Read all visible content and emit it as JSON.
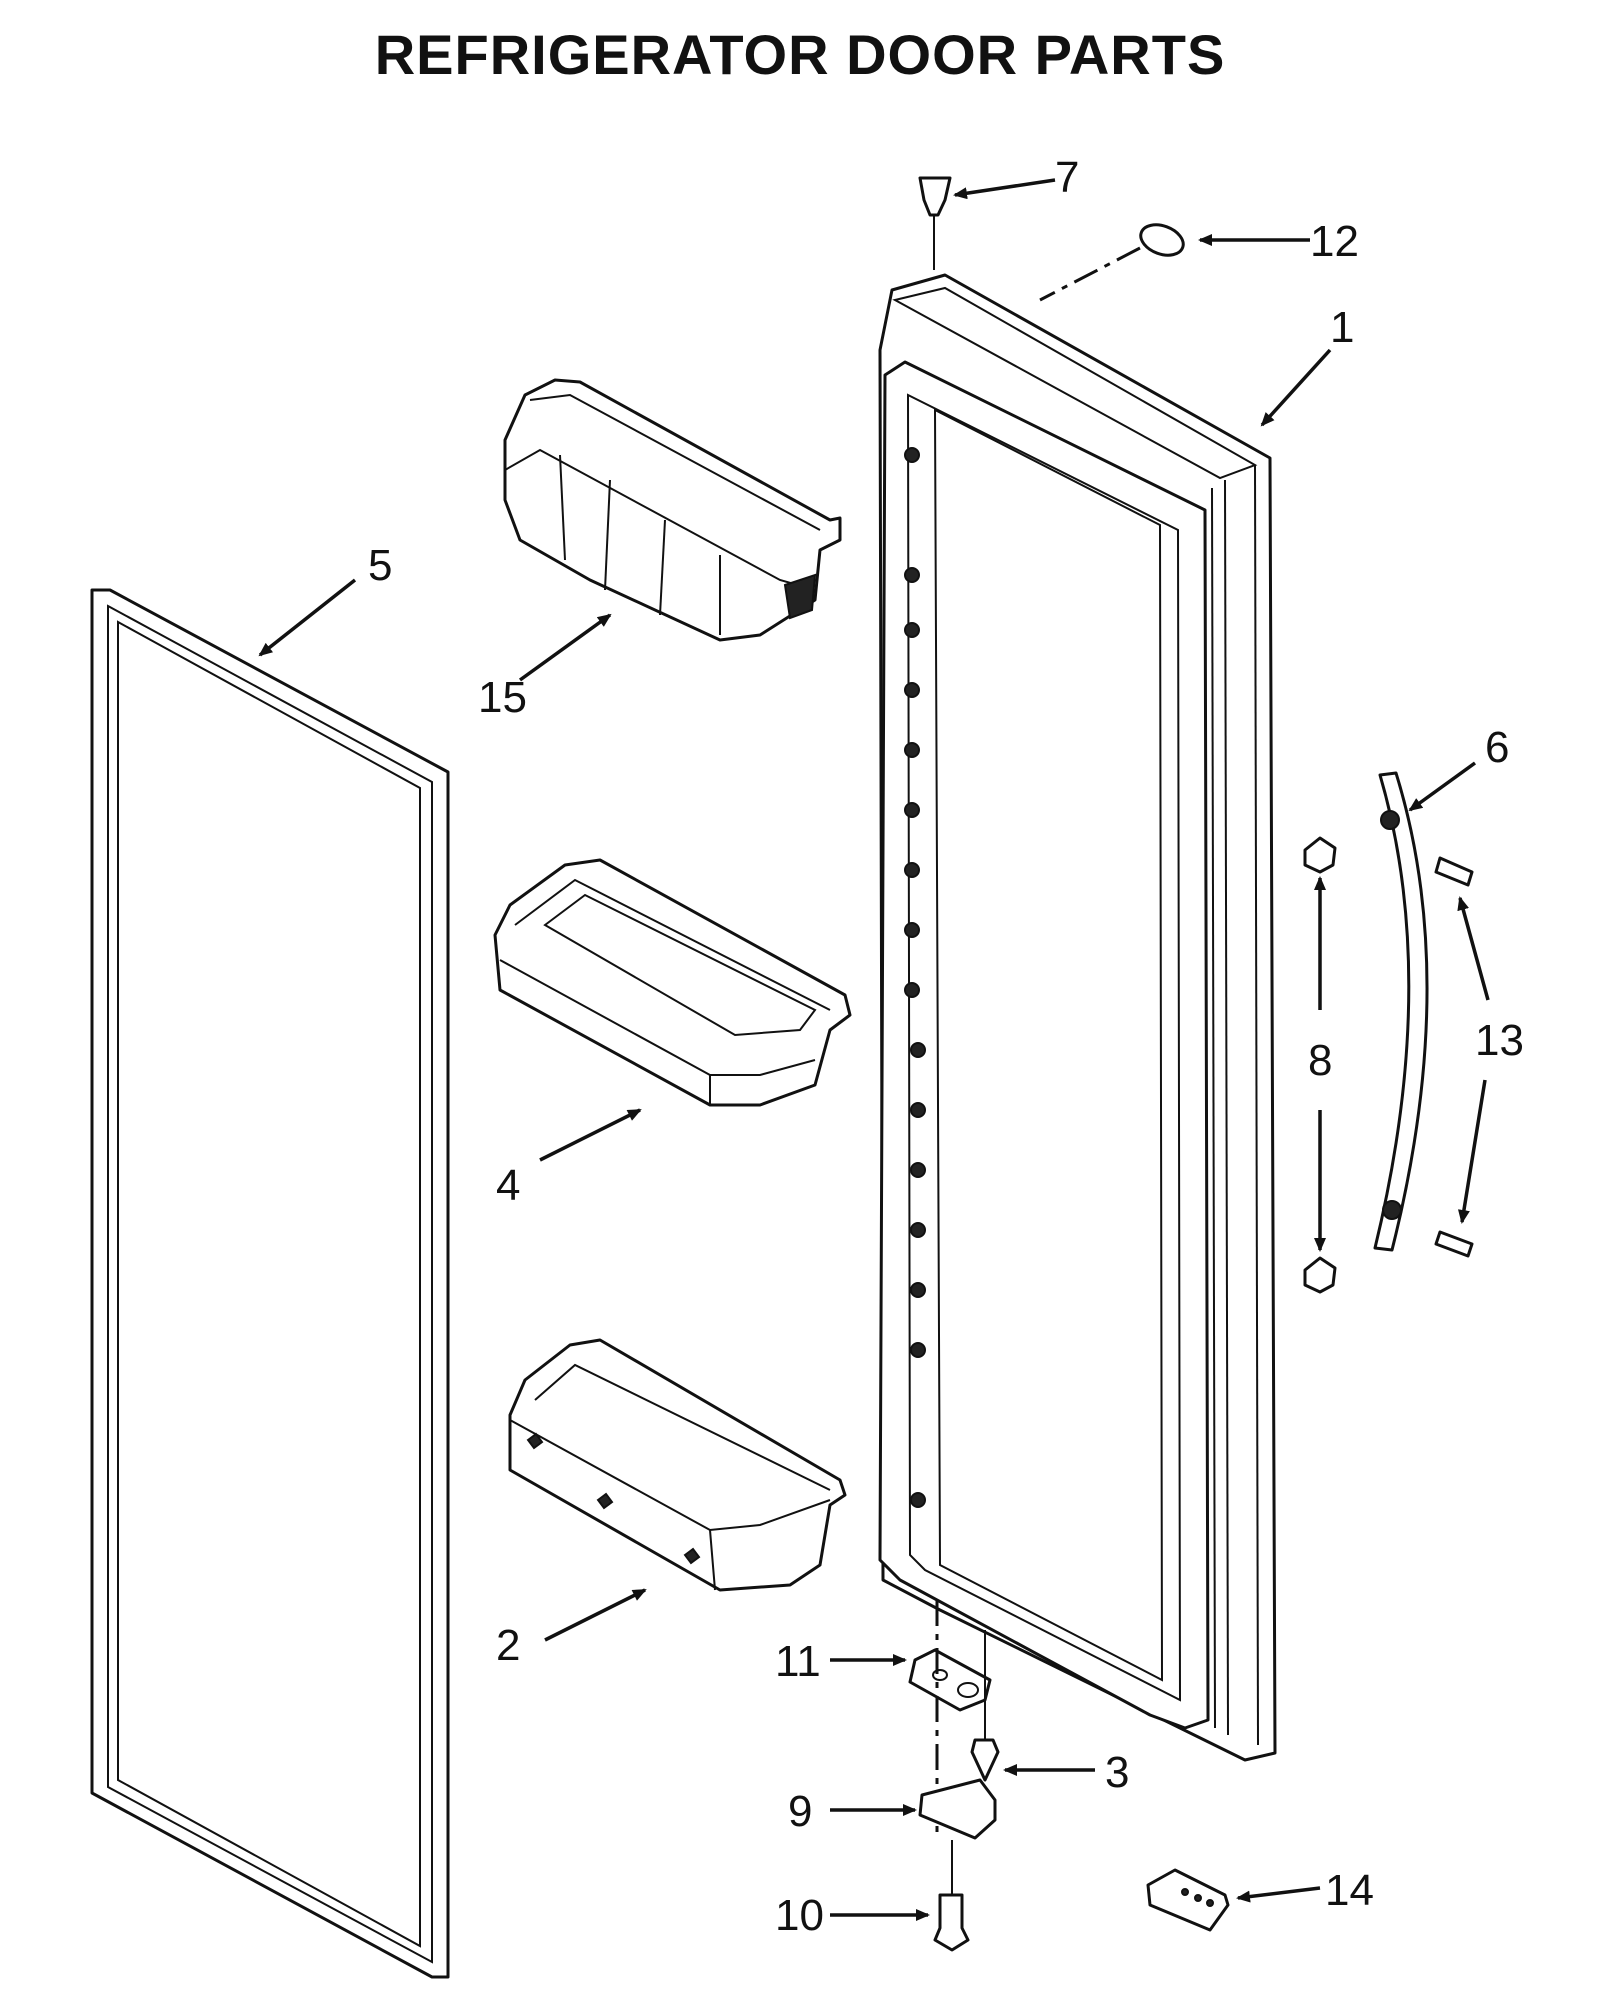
{
  "title": "REFRIGERATOR DOOR PARTS",
  "callouts": [
    "1",
    "2",
    "3",
    "4",
    "5",
    "6",
    "7",
    "8",
    "9",
    "10",
    "11",
    "12",
    "13",
    "14",
    "15"
  ]
}
